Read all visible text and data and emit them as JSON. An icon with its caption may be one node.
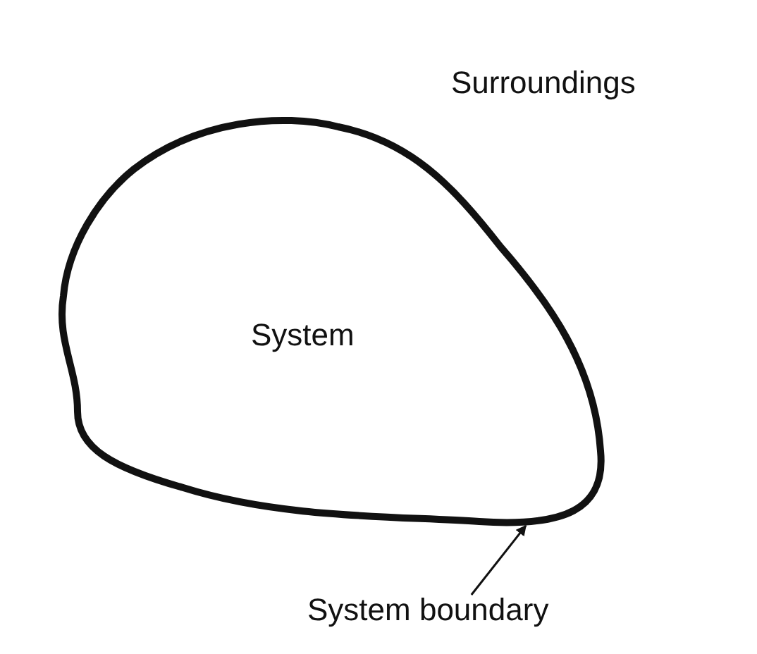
{
  "diagram": {
    "nodes": [
      {
        "text": [
          "System"
        ]
      },
      {
        "text": [
          "System boundary"
        ]
      }
    ],
    "edges": [
      {
        "from": 1,
        "to": 0,
        "arrow": "to"
      }
    ],
    "labels": [
      "Surroundings"
    ]
  }
}
